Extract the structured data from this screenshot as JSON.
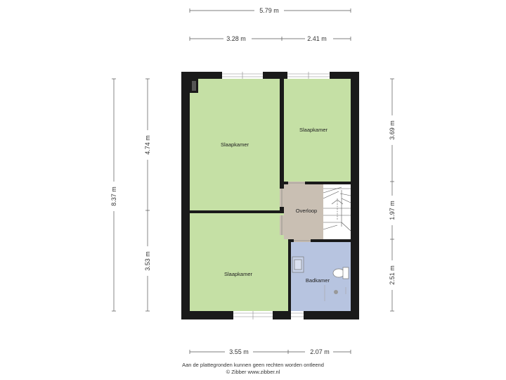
{
  "colors": {
    "wall": "#1a1a1a",
    "bedroom": "#c5e0a5",
    "landing": "#c9bfb3",
    "bathroom": "#b7c4e0",
    "stairs": "#ffffff",
    "dimline": "#555555"
  },
  "dimensions": {
    "top_total": "5.79 m",
    "top_left": "3.28 m",
    "top_right": "2.41 m",
    "left_total": "8.37 m",
    "left_upper": "4.74 m",
    "left_lower": "3.53 m",
    "right_upper": "3.69 m",
    "right_middle": "1.97 m",
    "right_lower": "2.51 m",
    "bottom_left": "3.55 m",
    "bottom_right": "2.07 m"
  },
  "rooms": {
    "bedroom_1": "Slaapkamer",
    "bedroom_2": "Slaapkamer",
    "bedroom_3": "Slaapkamer",
    "landing": "Overloop",
    "bathroom": "Badkamer"
  },
  "footer": {
    "disclaimer": "Aan de plattegronden kunnen geen rechten worden ontleend",
    "copyright": "© Zibber www.zibber.nl"
  }
}
